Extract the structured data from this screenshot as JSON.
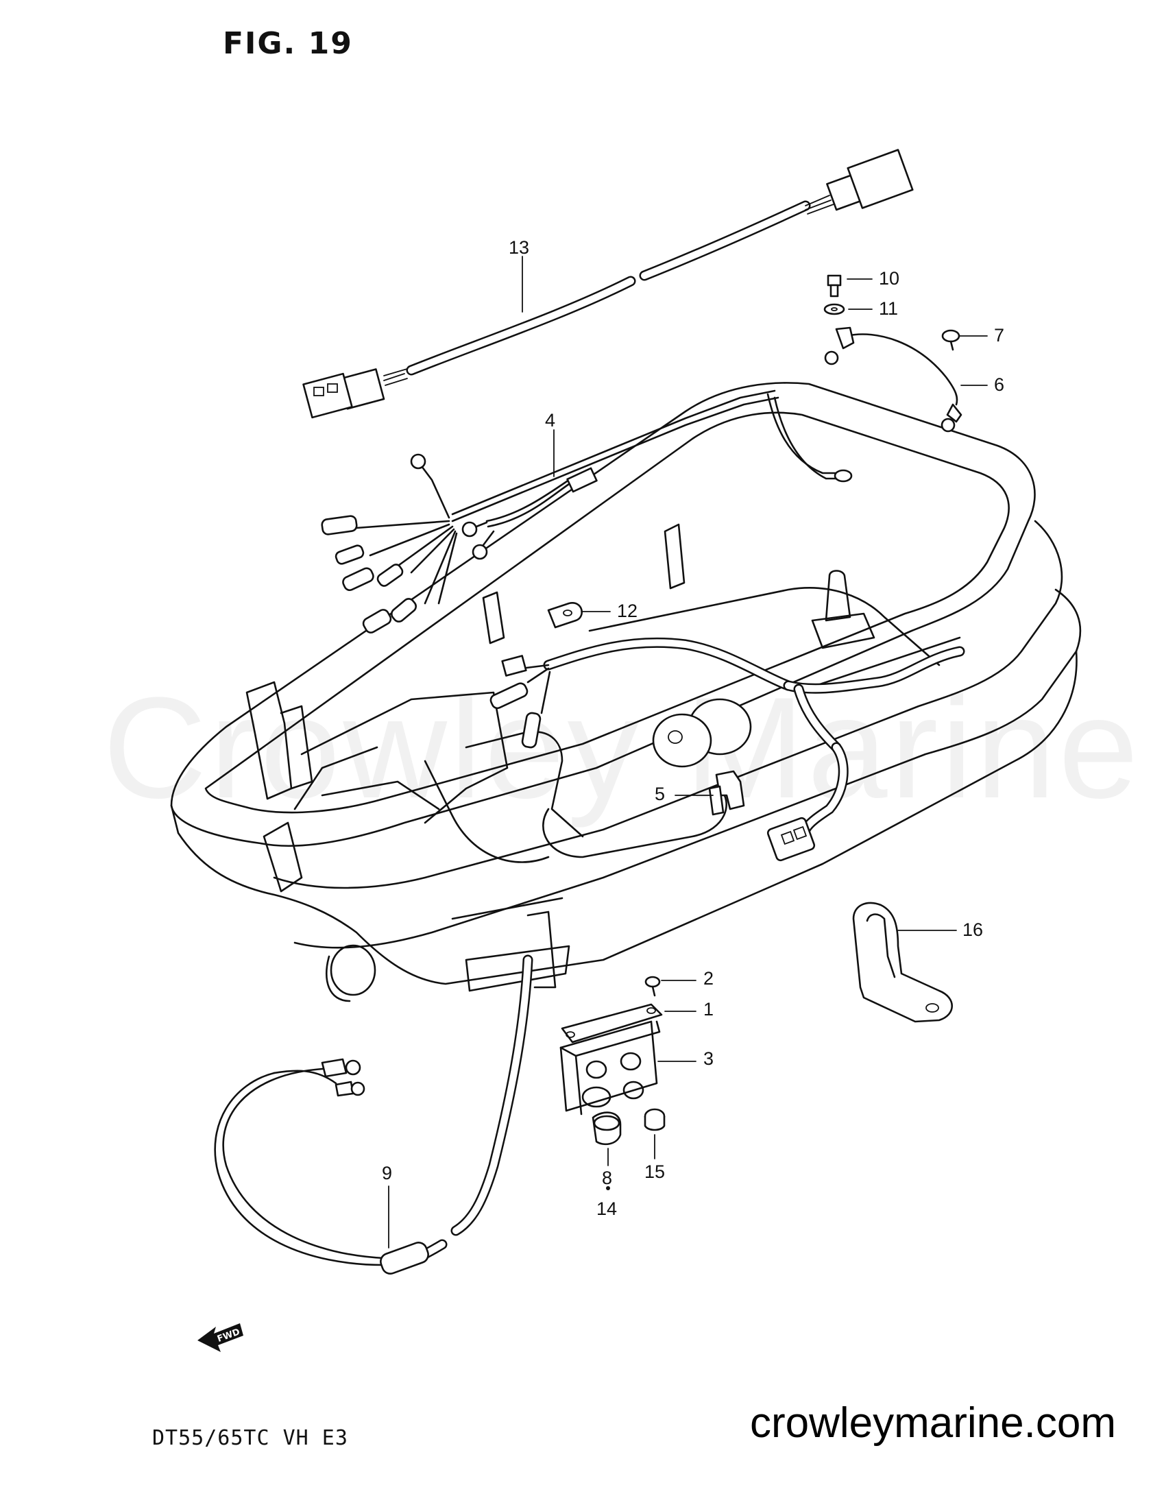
{
  "figure": {
    "title": "FIG. 19"
  },
  "footer": {
    "model": "DT55/65TC VH E3",
    "website": "crowleymarine.com"
  },
  "watermark": "Crowley Marine",
  "fwd_label": "FWD",
  "callouts": {
    "p1": "1",
    "p2": "2",
    "p3": "3",
    "p4": "4",
    "p5": "5",
    "p6": "6",
    "p7": "7",
    "p8": "8",
    "p9": "9",
    "p10": "10",
    "p11": "11",
    "p12": "12",
    "p13": "13",
    "p14": "14",
    "p15": "15",
    "p16": "16"
  }
}
